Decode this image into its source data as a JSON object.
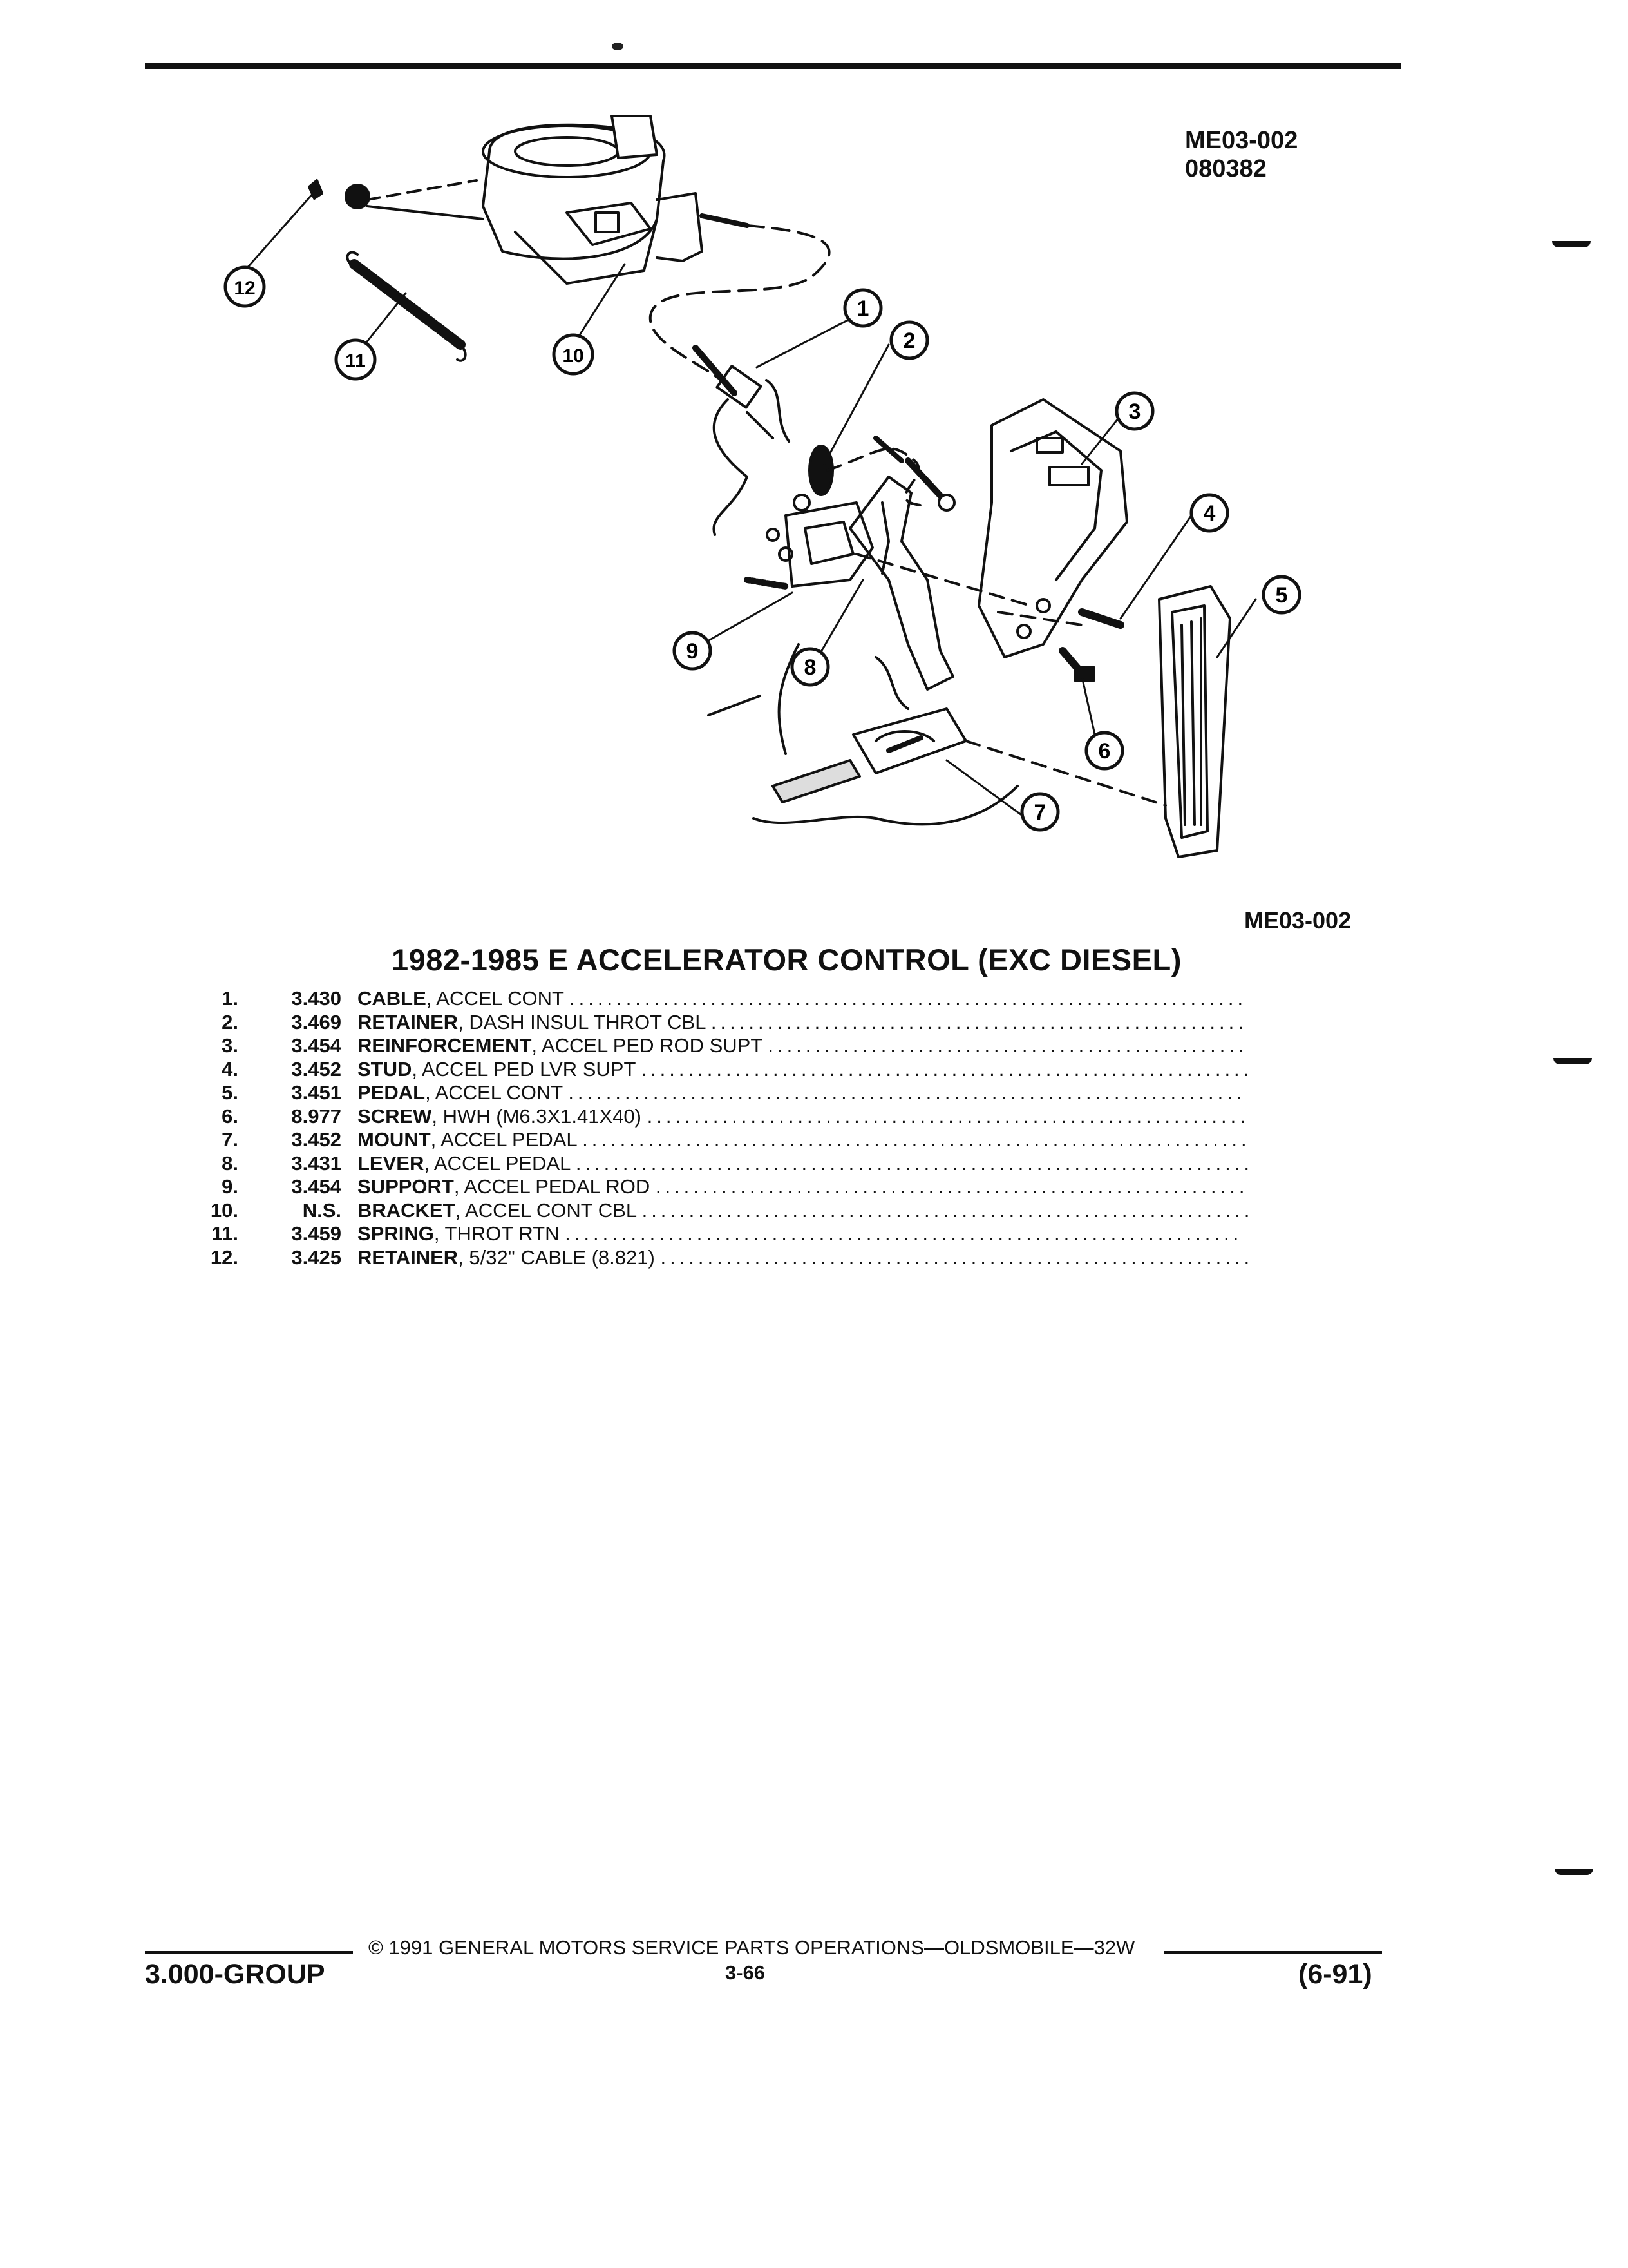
{
  "figure": {
    "code_top": "ME03-002",
    "code_date": "080382",
    "code_bottom": "ME03-002",
    "callouts": [
      "1",
      "2",
      "3",
      "4",
      "5",
      "6",
      "7",
      "8",
      "9",
      "10",
      "11",
      "12"
    ]
  },
  "parts_list": {
    "title": "1982-1985 E ACCELERATOR CONTROL (EXC DIESEL)",
    "items": [
      {
        "num": "1.",
        "code": "3.430",
        "name": "CABLE",
        "desc": ", ACCEL CONT"
      },
      {
        "num": "2.",
        "code": "3.469",
        "name": "RETAINER",
        "desc": ", DASH INSUL THROT CBL"
      },
      {
        "num": "3.",
        "code": "3.454",
        "name": "REINFORCEMENT",
        "desc": ", ACCEL PED ROD SUPT"
      },
      {
        "num": "4.",
        "code": "3.452",
        "name": "STUD",
        "desc": ", ACCEL PED LVR SUPT"
      },
      {
        "num": "5.",
        "code": "3.451",
        "name": "PEDAL",
        "desc": ", ACCEL CONT"
      },
      {
        "num": "6.",
        "code": "8.977",
        "name": "SCREW",
        "desc": ", HWH (M6.3X1.41X40)"
      },
      {
        "num": "7.",
        "code": "3.452",
        "name": "MOUNT",
        "desc": ", ACCEL PEDAL"
      },
      {
        "num": "8.",
        "code": "3.431",
        "name": "LEVER",
        "desc": ", ACCEL PEDAL"
      },
      {
        "num": "9.",
        "code": "3.454",
        "name": "SUPPORT",
        "desc": ", ACCEL PEDAL ROD"
      },
      {
        "num": "10.",
        "code": "N.S.",
        "name": "BRACKET",
        "desc": ", ACCEL CONT CBL"
      },
      {
        "num": "11.",
        "code": "3.459",
        "name": "SPRING",
        "desc": ", THROT RTN"
      },
      {
        "num": "12.",
        "code": "3.425",
        "name": "RETAINER",
        "desc": ", 5/32\" CABLE (8.821)"
      }
    ]
  },
  "footer": {
    "copyright": "© 1991 GENERAL MOTORS SERVICE PARTS OPERATIONS—OLDSMOBILE—32W",
    "page": "3-66",
    "group": "3.000-GROUP",
    "date": "(6-91)"
  }
}
